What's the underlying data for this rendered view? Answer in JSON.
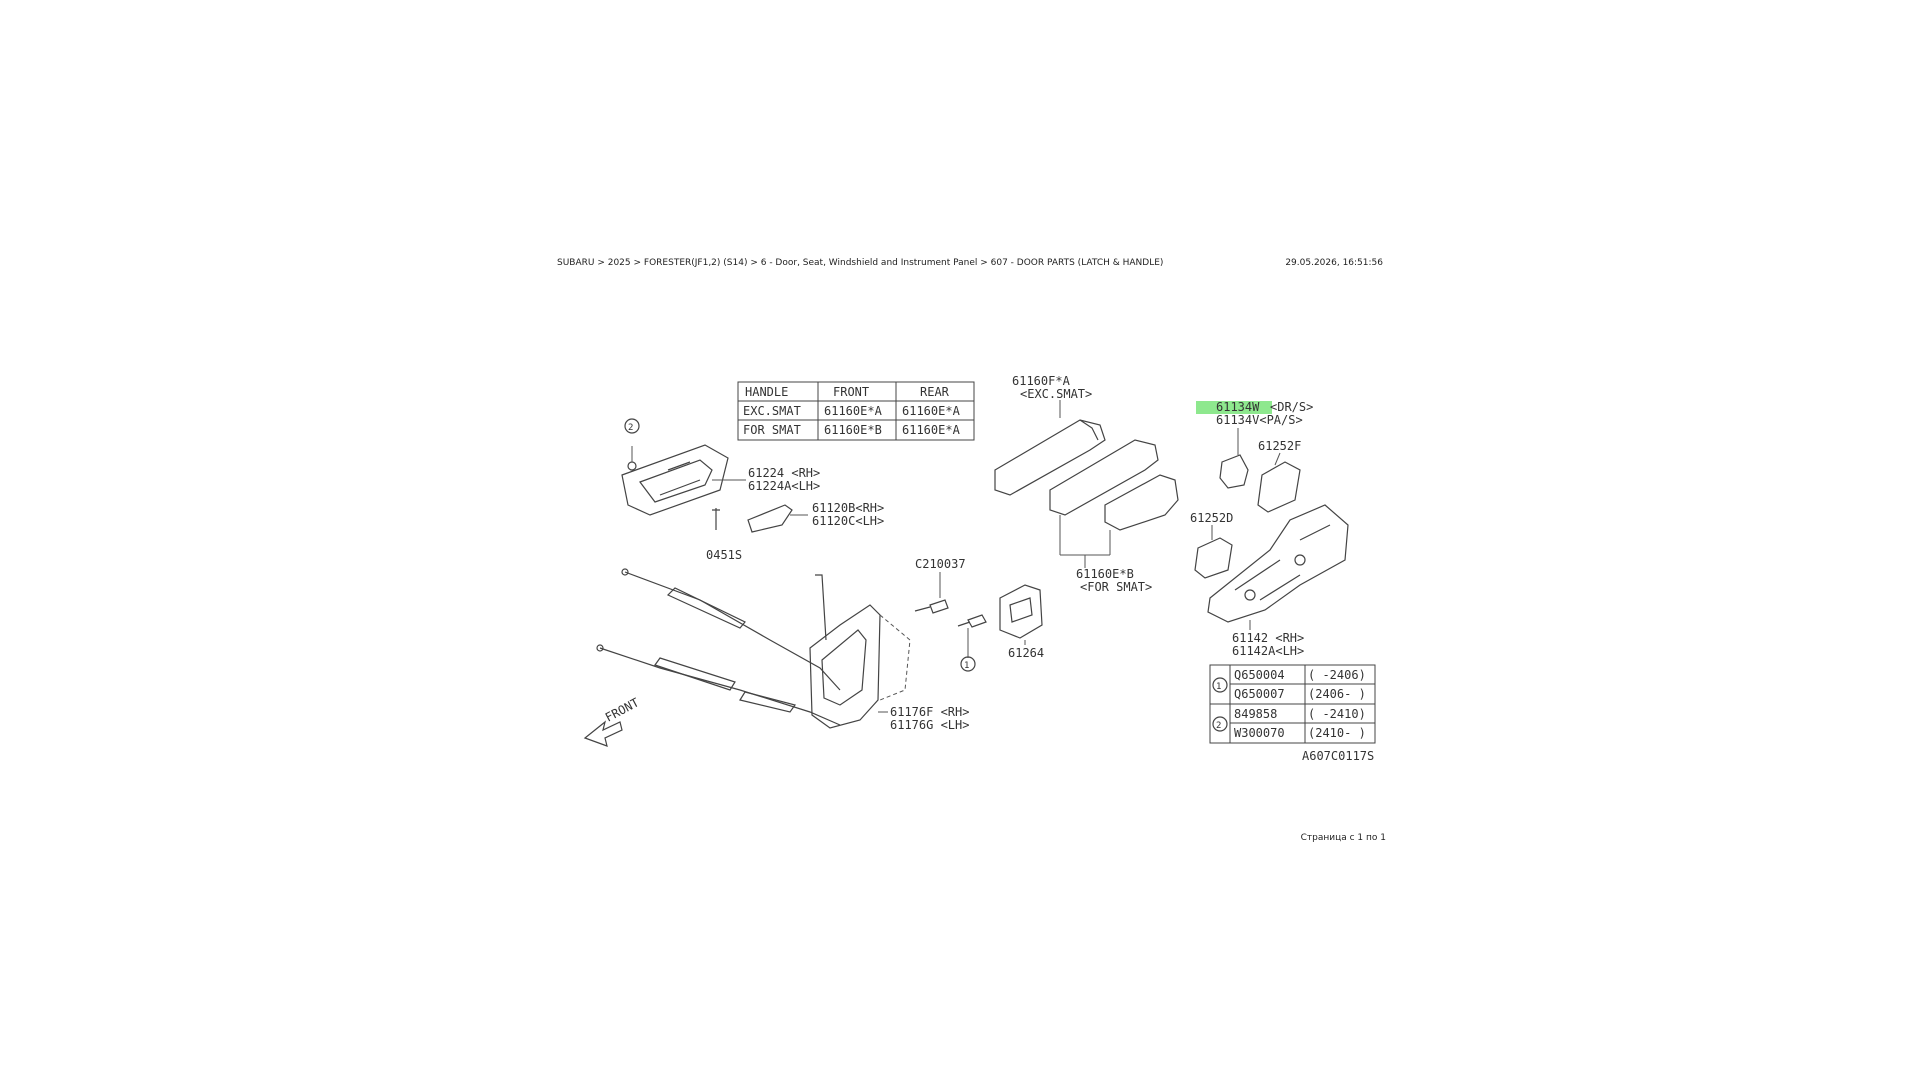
{
  "header": {
    "breadcrumb": "SUBARU > 2025 > FORESTER(JF1,2) (S14) > 6 - Door, Seat, Windshield and Instrument Panel > 607 - DOOR PARTS (LATCH & HANDLE)",
    "datetime": "29.05.2026, 16:51:56"
  },
  "footer": {
    "page": "Страница с 1 по 1"
  },
  "diagram": {
    "highlight_color": "#8ee88e",
    "handle_table": {
      "headers": [
        "HANDLE",
        "FRONT",
        "REAR"
      ],
      "rows": [
        [
          "EXC.SMAT",
          "61160E*A",
          "61160E*A"
        ],
        [
          "FOR SMAT",
          "61160E*B",
          "61160E*A"
        ]
      ]
    },
    "labels": {
      "p61160F": "61160F*A",
      "p61160F_note": "<EXC.SMAT>",
      "p61134W_code": "61134W",
      "p61134W_note": "<DR/S>",
      "p61134V": "61134V<PA/S>",
      "p61252F": "61252F",
      "p61252D": "61252D",
      "p61224": "61224 <RH>",
      "p61224A": "61224A<LH>",
      "p61120B": "61120B<RH>",
      "p61120C": "61120C<LH>",
      "p0451S": "0451S",
      "p61160E": "61160E*B",
      "p61160E_note": "<FOR SMAT>",
      "p61142": "61142 <RH>",
      "p61142A": "61142A<LH>",
      "pC210037": "C210037",
      "p61264": "61264",
      "p61176F": "61176F <RH>",
      "p61176G": "61176G <LH>",
      "front": "FRONT",
      "ref_code": "A607C0117S",
      "callout1": "1",
      "callout2": "2"
    },
    "bolt_table": {
      "groups": [
        {
          "ref": "1",
          "rows": [
            [
              "Q650004",
              "( -2406)"
            ],
            [
              "Q650007",
              "(2406- )"
            ]
          ]
        },
        {
          "ref": "2",
          "rows": [
            [
              "849858",
              "( -2410)"
            ],
            [
              "W300070",
              "(2410- )"
            ]
          ]
        }
      ]
    }
  }
}
